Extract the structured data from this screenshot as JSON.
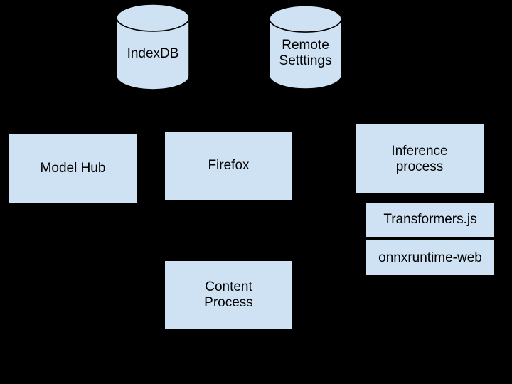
{
  "palette": {
    "background": "#000000",
    "node_fill": "#cfe2f3",
    "node_border": "#000000",
    "text_color": "#000000"
  },
  "nodes": {
    "indexdb": {
      "shape": "cylinder",
      "label": "IndexDB"
    },
    "remote_settings": {
      "shape": "cylinder",
      "line1": "Remote",
      "line2": "Setttings"
    },
    "model_hub": {
      "shape": "rect",
      "label": "Model Hub"
    },
    "firefox": {
      "shape": "rect",
      "label": "Firefox"
    },
    "inference_process": {
      "shape": "rect",
      "line1": "Inference",
      "line2": "process"
    },
    "transformers_js": {
      "shape": "rect",
      "label": "Transformers.js"
    },
    "onnxruntime_web": {
      "shape": "rect",
      "label": "onnxruntime-web"
    },
    "content_process": {
      "shape": "rect",
      "line1": "Content",
      "line2": "Process"
    }
  }
}
